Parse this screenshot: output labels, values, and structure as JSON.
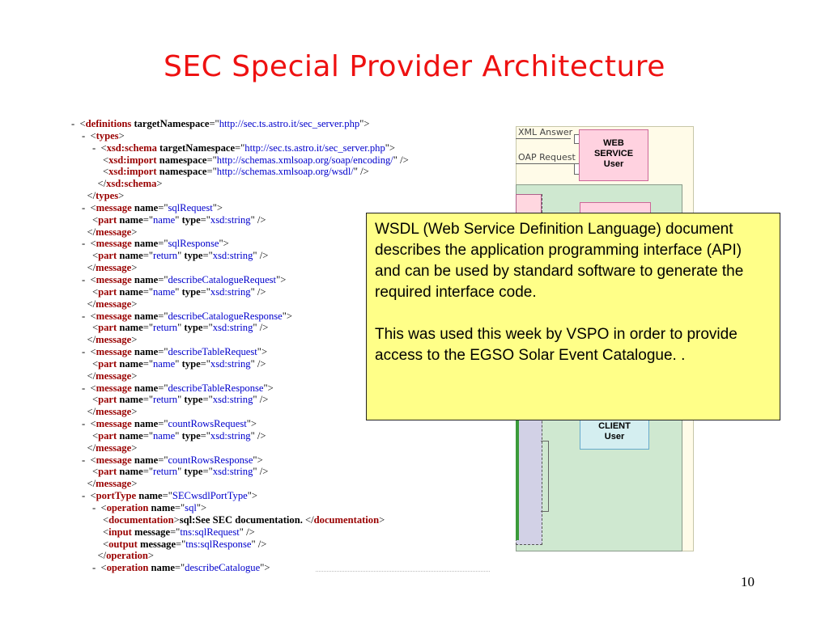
{
  "slide": {
    "title": "SEC Special Provider Architecture",
    "page_number": "10"
  },
  "xml_lines": [
    {
      "indent": 0,
      "parts": [
        [
          "d",
          "-  <"
        ],
        [
          "t",
          "definitions"
        ],
        [
          "d",
          " "
        ],
        [
          "a",
          "targetNamespace"
        ],
        [
          "d",
          "=\""
        ],
        [
          "v",
          "http://sec.ts.astro.it/sec_server.php"
        ],
        [
          "d",
          "\">"
        ]
      ]
    },
    {
      "indent": 1,
      "parts": [
        [
          "d",
          "-  <"
        ],
        [
          "t",
          "types"
        ],
        [
          "d",
          ">"
        ]
      ]
    },
    {
      "indent": 2,
      "parts": [
        [
          "d",
          "-  <"
        ],
        [
          "t",
          "xsd:schema"
        ],
        [
          "d",
          " "
        ],
        [
          "a",
          "targetNamespace"
        ],
        [
          "d",
          "=\""
        ],
        [
          "v",
          "http://sec.ts.astro.it/sec_server.php"
        ],
        [
          "d",
          "\">"
        ]
      ]
    },
    {
      "indent": 3,
      "parts": [
        [
          "d",
          "<"
        ],
        [
          "t",
          "xsd:import"
        ],
        [
          "d",
          " "
        ],
        [
          "a",
          "namespace"
        ],
        [
          "d",
          "=\""
        ],
        [
          "v",
          "http://schemas.xmlsoap.org/soap/encoding/"
        ],
        [
          "d",
          "\" />"
        ]
      ]
    },
    {
      "indent": 3,
      "parts": [
        [
          "d",
          "<"
        ],
        [
          "t",
          "xsd:import"
        ],
        [
          "d",
          " "
        ],
        [
          "a",
          "namespace"
        ],
        [
          "d",
          "=\""
        ],
        [
          "v",
          "http://schemas.xmlsoap.org/wsdl/"
        ],
        [
          "d",
          "\" />"
        ]
      ]
    },
    {
      "indent": 2.5,
      "parts": [
        [
          "d",
          "</"
        ],
        [
          "t",
          "xsd:schema"
        ],
        [
          "d",
          ">"
        ]
      ]
    },
    {
      "indent": 1.5,
      "parts": [
        [
          "d",
          "</"
        ],
        [
          "t",
          "types"
        ],
        [
          "d",
          ">"
        ]
      ]
    },
    {
      "indent": 1,
      "parts": [
        [
          "d",
          "-  <"
        ],
        [
          "t",
          "message"
        ],
        [
          "d",
          " "
        ],
        [
          "a",
          "name"
        ],
        [
          "d",
          "=\""
        ],
        [
          "v",
          "sqlRequest"
        ],
        [
          "d",
          "\">"
        ]
      ]
    },
    {
      "indent": 2,
      "parts": [
        [
          "d",
          "<"
        ],
        [
          "t",
          "part"
        ],
        [
          "d",
          " "
        ],
        [
          "a",
          "name"
        ],
        [
          "d",
          "=\""
        ],
        [
          "v",
          "name"
        ],
        [
          "d",
          "\" "
        ],
        [
          "a",
          "type"
        ],
        [
          "d",
          "=\""
        ],
        [
          "v",
          "xsd:string"
        ],
        [
          "d",
          "\" />"
        ]
      ]
    },
    {
      "indent": 1.5,
      "parts": [
        [
          "d",
          "</"
        ],
        [
          "t",
          "message"
        ],
        [
          "d",
          ">"
        ]
      ]
    },
    {
      "indent": 1,
      "parts": [
        [
          "d",
          "-  <"
        ],
        [
          "t",
          "message"
        ],
        [
          "d",
          " "
        ],
        [
          "a",
          "name"
        ],
        [
          "d",
          "=\""
        ],
        [
          "v",
          "sqlResponse"
        ],
        [
          "d",
          "\">"
        ]
      ]
    },
    {
      "indent": 2,
      "parts": [
        [
          "d",
          "<"
        ],
        [
          "t",
          "part"
        ],
        [
          "d",
          " "
        ],
        [
          "a",
          "name"
        ],
        [
          "d",
          "=\""
        ],
        [
          "v",
          "return"
        ],
        [
          "d",
          "\" "
        ],
        [
          "a",
          "type"
        ],
        [
          "d",
          "=\""
        ],
        [
          "v",
          "xsd:string"
        ],
        [
          "d",
          "\" />"
        ]
      ]
    },
    {
      "indent": 1.5,
      "parts": [
        [
          "d",
          "</"
        ],
        [
          "t",
          "message"
        ],
        [
          "d",
          ">"
        ]
      ]
    },
    {
      "indent": 1,
      "parts": [
        [
          "d",
          "-  <"
        ],
        [
          "t",
          "message"
        ],
        [
          "d",
          " "
        ],
        [
          "a",
          "name"
        ],
        [
          "d",
          "=\""
        ],
        [
          "v",
          "describeCatalogueRequest"
        ],
        [
          "d",
          "\">"
        ]
      ]
    },
    {
      "indent": 2,
      "parts": [
        [
          "d",
          "<"
        ],
        [
          "t",
          "part"
        ],
        [
          "d",
          " "
        ],
        [
          "a",
          "name"
        ],
        [
          "d",
          "=\""
        ],
        [
          "v",
          "name"
        ],
        [
          "d",
          "\" "
        ],
        [
          "a",
          "type"
        ],
        [
          "d",
          "=\""
        ],
        [
          "v",
          "xsd:string"
        ],
        [
          "d",
          "\" />"
        ]
      ]
    },
    {
      "indent": 1.5,
      "parts": [
        [
          "d",
          "</"
        ],
        [
          "t",
          "message"
        ],
        [
          "d",
          ">"
        ]
      ]
    },
    {
      "indent": 1,
      "parts": [
        [
          "d",
          "-  <"
        ],
        [
          "t",
          "message"
        ],
        [
          "d",
          " "
        ],
        [
          "a",
          "name"
        ],
        [
          "d",
          "=\""
        ],
        [
          "v",
          "describeCatalogueResponse"
        ],
        [
          "d",
          "\">"
        ]
      ]
    },
    {
      "indent": 2,
      "parts": [
        [
          "d",
          "<"
        ],
        [
          "t",
          "part"
        ],
        [
          "d",
          " "
        ],
        [
          "a",
          "name"
        ],
        [
          "d",
          "=\""
        ],
        [
          "v",
          "return"
        ],
        [
          "d",
          "\" "
        ],
        [
          "a",
          "type"
        ],
        [
          "d",
          "=\""
        ],
        [
          "v",
          "xsd:string"
        ],
        [
          "d",
          "\" />"
        ]
      ]
    },
    {
      "indent": 1.5,
      "parts": [
        [
          "d",
          "</"
        ],
        [
          "t",
          "message"
        ],
        [
          "d",
          ">"
        ]
      ]
    },
    {
      "indent": 1,
      "parts": [
        [
          "d",
          "-  <"
        ],
        [
          "t",
          "message"
        ],
        [
          "d",
          " "
        ],
        [
          "a",
          "name"
        ],
        [
          "d",
          "=\""
        ],
        [
          "v",
          "describeTableRequest"
        ],
        [
          "d",
          "\">"
        ]
      ]
    },
    {
      "indent": 2,
      "parts": [
        [
          "d",
          "<"
        ],
        [
          "t",
          "part"
        ],
        [
          "d",
          " "
        ],
        [
          "a",
          "name"
        ],
        [
          "d",
          "=\""
        ],
        [
          "v",
          "name"
        ],
        [
          "d",
          "\" "
        ],
        [
          "a",
          "type"
        ],
        [
          "d",
          "=\""
        ],
        [
          "v",
          "xsd:string"
        ],
        [
          "d",
          "\" />"
        ]
      ]
    },
    {
      "indent": 1.5,
      "parts": [
        [
          "d",
          "</"
        ],
        [
          "t",
          "message"
        ],
        [
          "d",
          ">"
        ]
      ]
    },
    {
      "indent": 1,
      "parts": [
        [
          "d",
          "-  <"
        ],
        [
          "t",
          "message"
        ],
        [
          "d",
          " "
        ],
        [
          "a",
          "name"
        ],
        [
          "d",
          "=\""
        ],
        [
          "v",
          "describeTableResponse"
        ],
        [
          "d",
          "\">"
        ]
      ]
    },
    {
      "indent": 2,
      "parts": [
        [
          "d",
          "<"
        ],
        [
          "t",
          "part"
        ],
        [
          "d",
          " "
        ],
        [
          "a",
          "name"
        ],
        [
          "d",
          "=\""
        ],
        [
          "v",
          "return"
        ],
        [
          "d",
          "\" "
        ],
        [
          "a",
          "type"
        ],
        [
          "d",
          "=\""
        ],
        [
          "v",
          "xsd:string"
        ],
        [
          "d",
          "\" />"
        ]
      ]
    },
    {
      "indent": 1.5,
      "parts": [
        [
          "d",
          "</"
        ],
        [
          "t",
          "message"
        ],
        [
          "d",
          ">"
        ]
      ]
    },
    {
      "indent": 1,
      "parts": [
        [
          "d",
          "-  <"
        ],
        [
          "t",
          "message"
        ],
        [
          "d",
          " "
        ],
        [
          "a",
          "name"
        ],
        [
          "d",
          "=\""
        ],
        [
          "v",
          "countRowsRequest"
        ],
        [
          "d",
          "\">"
        ]
      ]
    },
    {
      "indent": 2,
      "parts": [
        [
          "d",
          "<"
        ],
        [
          "t",
          "part"
        ],
        [
          "d",
          " "
        ],
        [
          "a",
          "name"
        ],
        [
          "d",
          "=\""
        ],
        [
          "v",
          "name"
        ],
        [
          "d",
          "\" "
        ],
        [
          "a",
          "type"
        ],
        [
          "d",
          "=\""
        ],
        [
          "v",
          "xsd:string"
        ],
        [
          "d",
          "\" />"
        ]
      ]
    },
    {
      "indent": 1.5,
      "parts": [
        [
          "d",
          "</"
        ],
        [
          "t",
          "message"
        ],
        [
          "d",
          ">"
        ]
      ]
    },
    {
      "indent": 1,
      "parts": [
        [
          "d",
          "-  <"
        ],
        [
          "t",
          "message"
        ],
        [
          "d",
          " "
        ],
        [
          "a",
          "name"
        ],
        [
          "d",
          "=\""
        ],
        [
          "v",
          "countRowsResponse"
        ],
        [
          "d",
          "\">"
        ]
      ]
    },
    {
      "indent": 2,
      "parts": [
        [
          "d",
          "<"
        ],
        [
          "t",
          "part"
        ],
        [
          "d",
          " "
        ],
        [
          "a",
          "name"
        ],
        [
          "d",
          "=\""
        ],
        [
          "v",
          "return"
        ],
        [
          "d",
          "\" "
        ],
        [
          "a",
          "type"
        ],
        [
          "d",
          "=\""
        ],
        [
          "v",
          "xsd:string"
        ],
        [
          "d",
          "\" />"
        ]
      ]
    },
    {
      "indent": 1.5,
      "parts": [
        [
          "d",
          "</"
        ],
        [
          "t",
          "message"
        ],
        [
          "d",
          ">"
        ]
      ]
    },
    {
      "indent": 1,
      "parts": [
        [
          "d",
          "-  <"
        ],
        [
          "t",
          "portType"
        ],
        [
          "d",
          " "
        ],
        [
          "a",
          "name"
        ],
        [
          "d",
          "=\""
        ],
        [
          "v",
          "SECwsdlPortType"
        ],
        [
          "d",
          "\">"
        ]
      ]
    },
    {
      "indent": 2,
      "parts": [
        [
          "d",
          "-  <"
        ],
        [
          "t",
          "operation"
        ],
        [
          "d",
          " "
        ],
        [
          "a",
          "name"
        ],
        [
          "d",
          "=\""
        ],
        [
          "v",
          "sql"
        ],
        [
          "d",
          "\">"
        ]
      ]
    },
    {
      "indent": 3,
      "parts": [
        [
          "d",
          "<"
        ],
        [
          "t",
          "documentation"
        ],
        [
          "d",
          ">"
        ],
        [
          "tx",
          "sql:See SEC documentation."
        ],
        [
          "d",
          " </"
        ],
        [
          "t",
          "documentation"
        ],
        [
          "d",
          ">"
        ]
      ]
    },
    {
      "indent": 3,
      "parts": [
        [
          "d",
          "<"
        ],
        [
          "t",
          "input"
        ],
        [
          "d",
          " "
        ],
        [
          "a",
          "message"
        ],
        [
          "d",
          "=\""
        ],
        [
          "v",
          "tns:sqlRequest"
        ],
        [
          "d",
          "\" />"
        ]
      ]
    },
    {
      "indent": 3,
      "parts": [
        [
          "d",
          "<"
        ],
        [
          "t",
          "output"
        ],
        [
          "d",
          " "
        ],
        [
          "a",
          "message"
        ],
        [
          "d",
          "=\""
        ],
        [
          "v",
          "tns:sqlResponse"
        ],
        [
          "d",
          "\" />"
        ]
      ]
    },
    {
      "indent": 2.5,
      "parts": [
        [
          "d",
          "</"
        ],
        [
          "t",
          "operation"
        ],
        [
          "d",
          ">"
        ]
      ]
    },
    {
      "indent": 2,
      "parts": [
        [
          "d",
          "-  <"
        ],
        [
          "t",
          "operation"
        ],
        [
          "d",
          " "
        ],
        [
          "a",
          "name"
        ],
        [
          "d",
          "=\""
        ],
        [
          "v",
          "describeCatalogue"
        ],
        [
          "d",
          "\">"
        ]
      ]
    }
  ],
  "diagram": {
    "xml_answer_label": "XML  Answer",
    "soap_request_label": "OAP Request",
    "web_service_user": [
      "WEB",
      "SERVICE",
      "User"
    ],
    "client_user": [
      "CLIENT",
      "User"
    ]
  },
  "note": {
    "paragraph1": "WSDL (Web Service Definition Language) document describes the application programming interface (API) and can be used by standard software to generate the required interface code.",
    "paragraph2": "This was used  this week by VSPO in order to provide access to the EGSO Solar Event Catalogue. ."
  }
}
